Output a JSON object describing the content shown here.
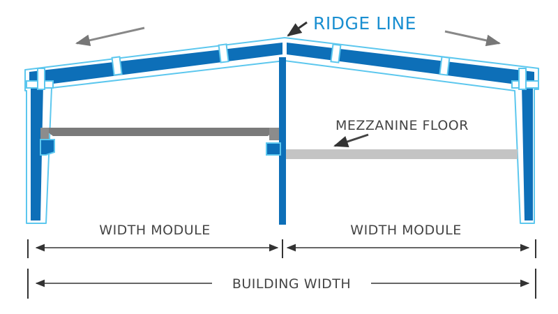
{
  "labels": {
    "ridge_line": "RIDGE LINE",
    "mezzanine_floor": "MEZZANINE FLOOR",
    "width_module_left": "WIDTH MODULE",
    "width_module_right": "WIDTH MODULE",
    "building_width": "BUILDING WIDTH"
  },
  "colors": {
    "frame_fill": "#0d6fb8",
    "frame_outline": "#5cc7ee",
    "callout_text": "#1a8fd1",
    "mezzanine_left": "#7a7a7a",
    "mezzanine_right": "#c4c4c4",
    "dimension_lines": "#333333"
  }
}
